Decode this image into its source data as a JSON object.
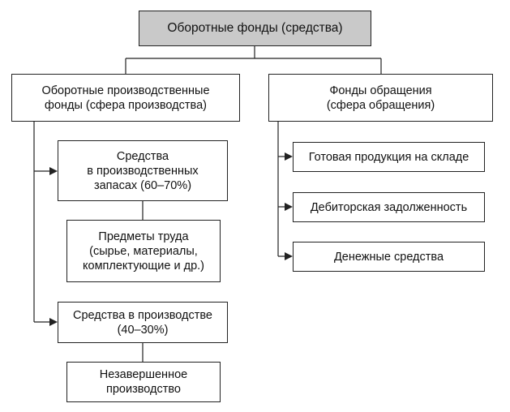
{
  "root": "Оборотные фонды (средства)",
  "production": {
    "title": "Оборотные производственные\nфонды (сфера производства)",
    "stocks": "Средства\nв производственных\nзапасах (60–70%)",
    "labor_items": "Предметы труда\n(сырье, материалы,\nкомплектующие и др.)",
    "in_production": "Средства в производстве\n(40–30%)",
    "unfinished": "Незавершенное\nпроизводство"
  },
  "circulation": {
    "title": "Фонды обращения\n(сфера обращения)",
    "items": [
      "Готовая продукция на складе",
      "Дебиторская задолженность",
      "Денежные средства"
    ]
  }
}
